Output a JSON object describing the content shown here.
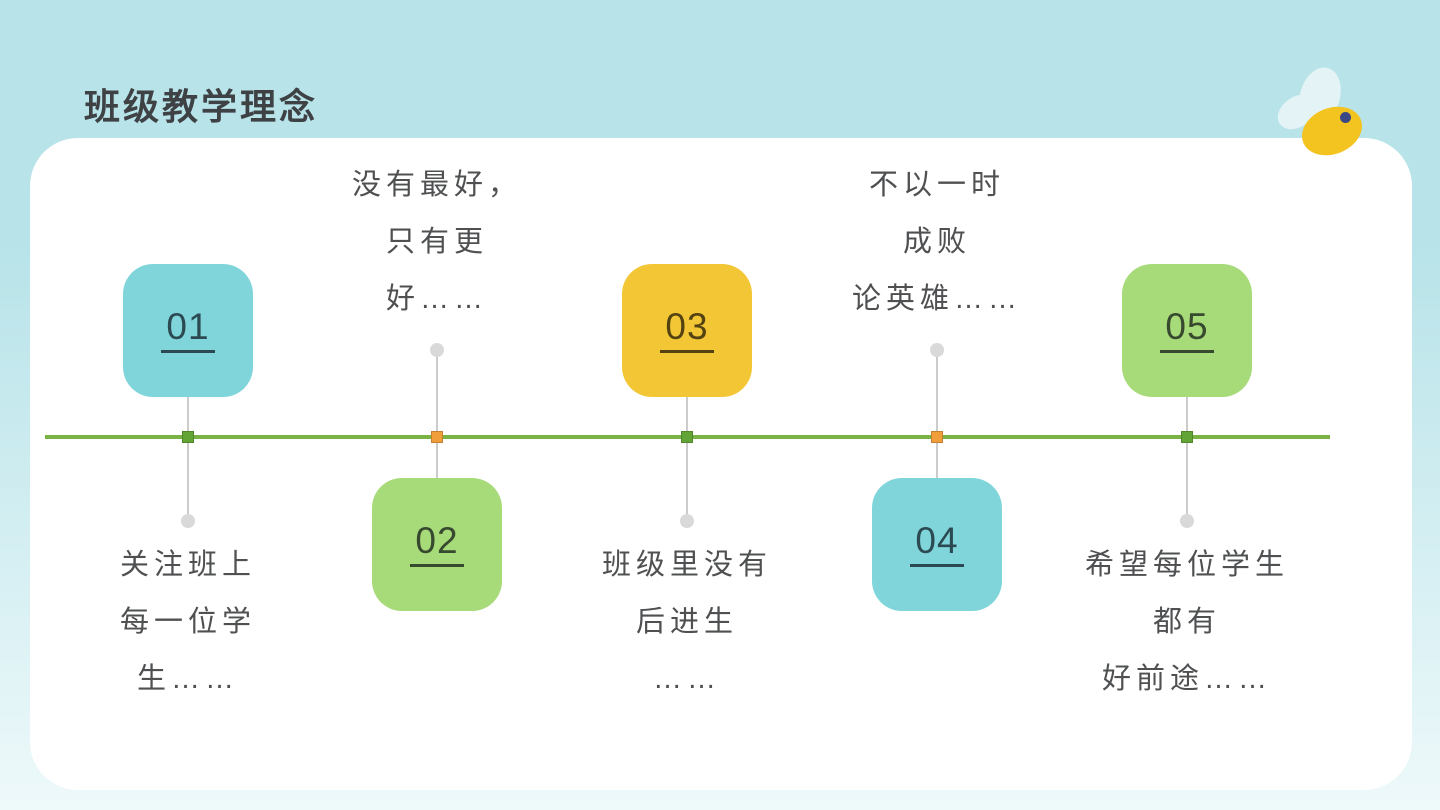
{
  "title": "班级教学理念",
  "colors": {
    "background_top": "#b7e3e9",
    "background_bottom": "#eef9fa",
    "card": "#ffffff",
    "timeline": "#7ab244",
    "connector": "#cccccc",
    "dot": "#d9d9d9",
    "text": "#4f5052",
    "title_color": "#3f4245",
    "bee_body": "#f3c320",
    "bee_eye": "#3c4785",
    "bee_wing": "#e4f3f6"
  },
  "items": [
    {
      "number": "01",
      "color": "#7fd5da",
      "number_color": "#2c4a52",
      "tick_color": "#63a436",
      "position": "below",
      "lines": [
        "关注班上",
        "每一位学",
        "生……"
      ]
    },
    {
      "number": "02",
      "color": "#a7da78",
      "number_color": "#37492e",
      "tick_color": "#f09d3c",
      "position": "above",
      "lines": [
        "没有最好，",
        "只有更",
        "好……"
      ]
    },
    {
      "number": "03",
      "color": "#f3c636",
      "number_color": "#544311",
      "tick_color": "#63a436",
      "position": "below",
      "lines": [
        "班级里没有",
        "后进生",
        "……"
      ]
    },
    {
      "number": "04",
      "color": "#7fd5da",
      "number_color": "#2c4a52",
      "tick_color": "#f09d3c",
      "position": "above",
      "lines": [
        "不以一时",
        "成败",
        "论英雄……"
      ]
    },
    {
      "number": "05",
      "color": "#a7da78",
      "number_color": "#37492e",
      "tick_color": "#63a436",
      "position": "below",
      "lines": [
        "希望每位学生",
        "都有",
        "好前途……"
      ]
    }
  ]
}
